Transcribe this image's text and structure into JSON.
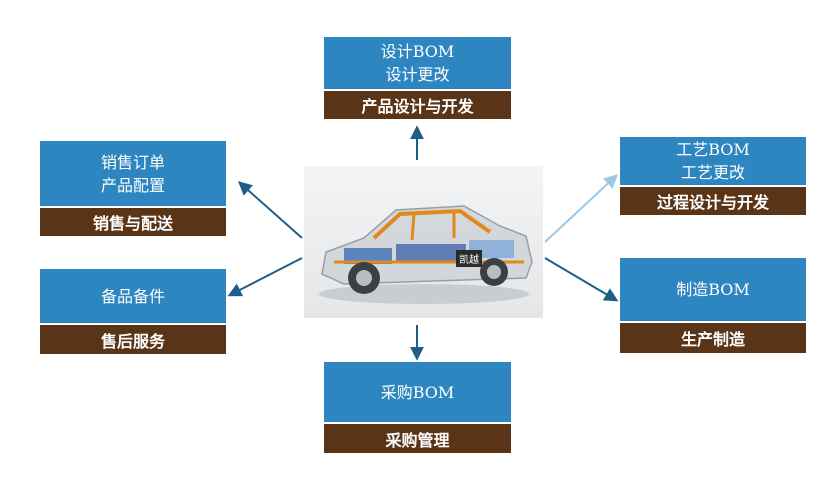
{
  "nodes": {
    "design": {
      "lines": [
        "设计BOM",
        "设计更改"
      ],
      "label": "产品设计与开发"
    },
    "sales": {
      "lines": [
        "销售订单",
        "产品配置"
      ],
      "label": "销售与配送"
    },
    "spare": {
      "lines": [
        "备品备件"
      ],
      "label": "售后服务"
    },
    "process": {
      "lines": [
        "工艺BOM",
        "工艺更改"
      ],
      "label": "过程设计与开发"
    },
    "mfg": {
      "lines": [
        "制造BOM"
      ],
      "label": "生产制造"
    },
    "purchase": {
      "lines": [
        "采购BOM"
      ],
      "label": "采购管理"
    }
  },
  "car": {
    "badge": "凯越"
  },
  "colors": {
    "box_top": "#2e86c1",
    "box_bottom": "#5a3416",
    "arrow": "#1f5f87",
    "arrow_light": "#9cc7e6"
  }
}
